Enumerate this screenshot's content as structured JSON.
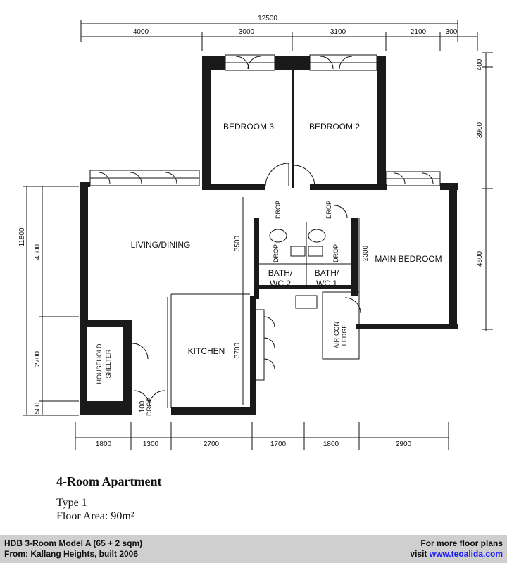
{
  "dimensions": {
    "top_total": "12500",
    "top_segments": [
      "4000",
      "3000",
      "3100",
      "2100",
      "300"
    ],
    "bottom_segments": [
      "1800",
      "1300",
      "2700",
      "1700",
      "1800",
      "2900"
    ],
    "left_total": "11800",
    "left_segments": [
      "4300",
      "2700",
      "500"
    ],
    "right_segments": [
      "400",
      "3900",
      "4600"
    ],
    "internal": [
      "3500",
      "3700",
      "2300",
      "100"
    ]
  },
  "rooms": {
    "bedroom3": "BEDROOM 3",
    "bedroom2": "BEDROOM 2",
    "living": "LIVING/DINING",
    "main_bedroom": "MAIN BEDROOM",
    "kitchen": "KITCHEN",
    "bath2": [
      "BATH/",
      "WC 2"
    ],
    "bath1": [
      "BATH/",
      "WC 1"
    ],
    "shelter": [
      "HOUSEHOLD",
      "SHELTER"
    ],
    "aircon": [
      "AIR-CON",
      "LEDGE"
    ],
    "drop": "DROP"
  },
  "caption": {
    "title": "4-Room Apartment",
    "type": "Type 1",
    "area": "Floor Area: 90m²"
  },
  "footer": {
    "model": "HDB 3-Room Model A (65 + 2 sqm)",
    "from": "From: Kallang Heights, built 2006",
    "more": "For more floor plans",
    "visit": "visit",
    "site": "www.teoalida.com"
  }
}
